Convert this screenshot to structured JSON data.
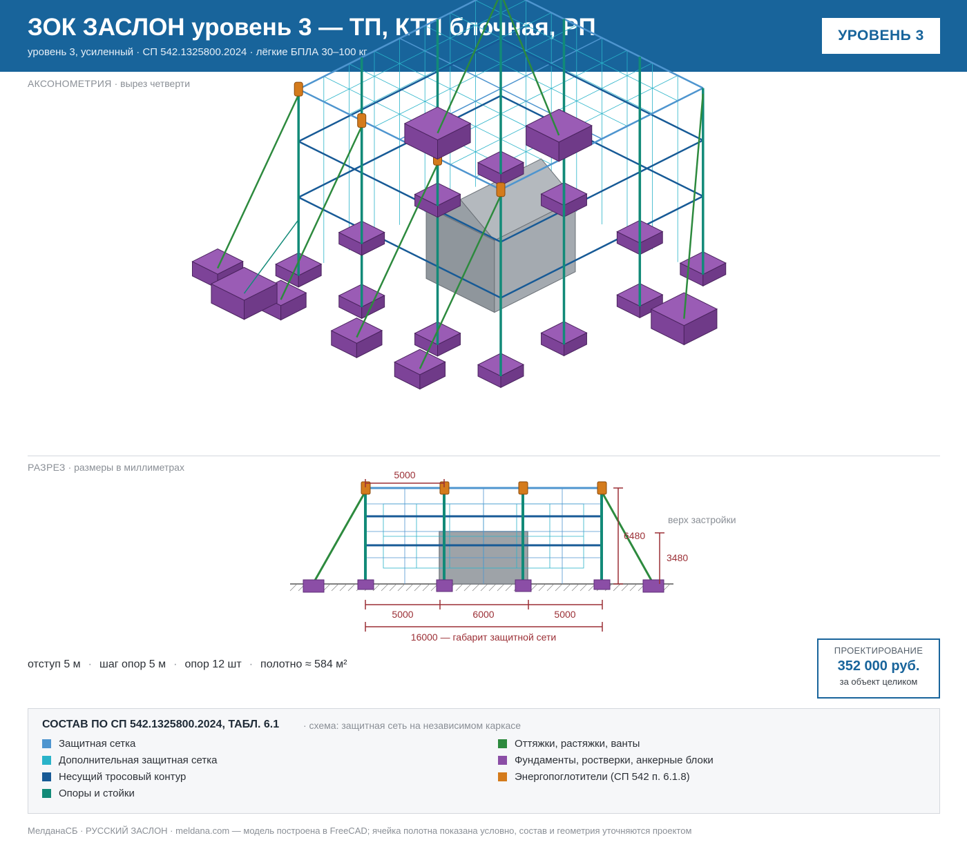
{
  "header": {
    "title": "ЗОК ЗАСЛОН уровень 3 — ТП, КТП блочная, РП",
    "subtitle": "уровень 3, усиленный · СП 542.1325800.2024 · лёгкие БПЛА 30–100 кг",
    "level_badge": "УРОВЕНЬ 3"
  },
  "axonometry": {
    "label": "АКСОНОМЕТРИЯ",
    "note": "· вырез четверти"
  },
  "section": {
    "label": "РАЗРЕЗ",
    "note": "· размеры в миллиметрах",
    "dim_top_span": "5000",
    "dim_height_total": "6480",
    "dim_height_building": "3480",
    "building_top_label": "верх застройки",
    "dim_spans": [
      "5000",
      "6000",
      "5000"
    ],
    "dim_overall": "16000 — габарит защитной сети"
  },
  "params": [
    "отступ 5 м",
    "шаг опор 5 м",
    "опор 12 шт",
    "полотно ≈ 584 м²"
  ],
  "params_separator": "·",
  "price": {
    "label": "ПРОЕКТИРОВАНИЕ",
    "value": "352 000 руб.",
    "note": "за объект целиком"
  },
  "legend": {
    "title": "СОСТАВ ПО СП 542.1325800.2024, ТАБЛ. 6.1",
    "subtitle": "· схема: защитная сеть на независимом каркасе",
    "items": [
      {
        "label": "Защитная сетка",
        "color": "#4e95cf"
      },
      {
        "label": "Дополнительная защитная сетка",
        "color": "#29b3c9"
      },
      {
        "label": "Несущий тросовый контур",
        "color": "#175a96"
      },
      {
        "label": "Опоры и стойки",
        "color": "#128a78"
      },
      {
        "label": "Оттяжки, растяжки, ванты",
        "color": "#2d8a3e"
      },
      {
        "label": "Фундаменты, ростверки, анкерные блоки",
        "color": "#8b4ea6"
      },
      {
        "label": "Энергопоглотители (СП 542 п. 6.1.8)",
        "color": "#d47b1c"
      }
    ]
  },
  "footer": "МелданаСБ · РУССКИЙ ЗАСЛОН · meldana.com — модель построена в FreeCAD; ячейка полотна показана условно, состав и геометрия уточняются проектом",
  "colors": {
    "brand": "#18649b",
    "mesh": "#4e95cf",
    "mesh_extra": "#29b3c9",
    "cable": "#175a96",
    "post": "#128a78",
    "guy": "#2d8a3e",
    "foundation": "#8b4ea6",
    "absorber": "#d47b1c",
    "dimension": "#9b2f35"
  }
}
